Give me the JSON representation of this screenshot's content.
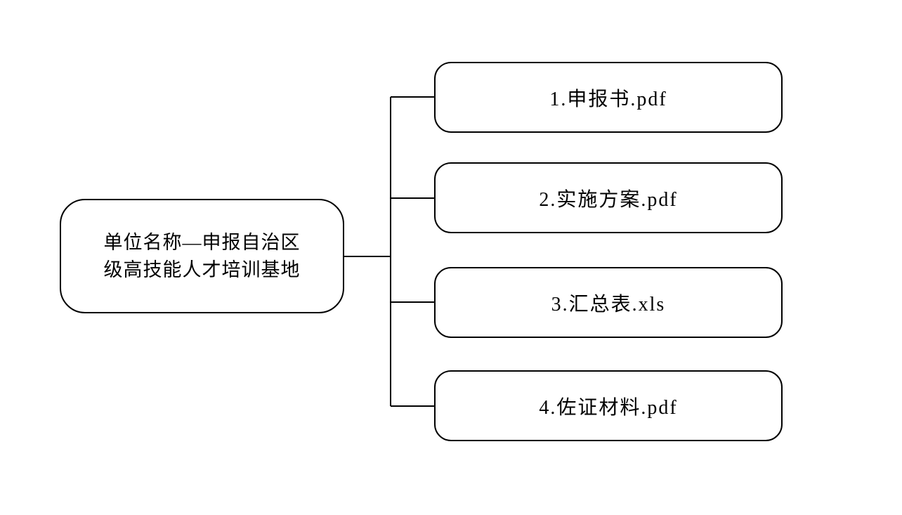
{
  "diagram": {
    "root": {
      "label": "单位名称—申报自治区级高技能人才培训基地",
      "lines": [
        "单位名称—申报自治区",
        "级高技能人才培训基地"
      ]
    },
    "children": [
      {
        "label": "1.申报书.pdf"
      },
      {
        "label": "2.实施方案.pdf"
      },
      {
        "label": "3.汇总表.xls"
      },
      {
        "label": "4.佐证材料.pdf"
      }
    ],
    "colors": {
      "stroke": "#000000",
      "background": "#ffffff"
    }
  }
}
